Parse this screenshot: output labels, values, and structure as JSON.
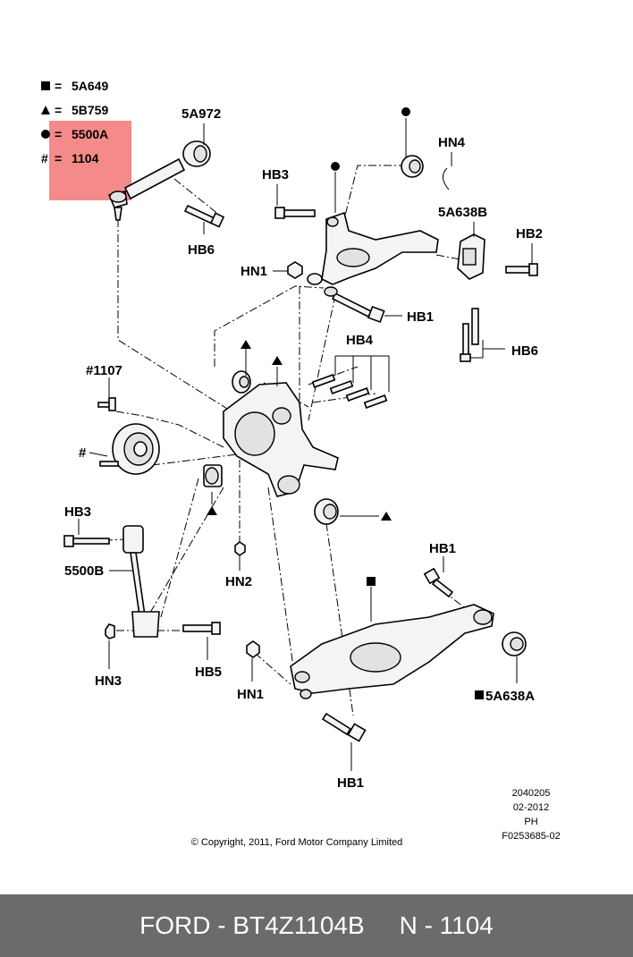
{
  "legend": [
    {
      "symbol": "square",
      "text": "5A649"
    },
    {
      "symbol": "triangle",
      "text": "5B759"
    },
    {
      "symbol": "circle",
      "text": "5500A"
    },
    {
      "symbol": "hash",
      "text": "1104"
    }
  ],
  "highlight_color": "#f48a8a",
  "labels": {
    "l_5a972": "5A972",
    "l_hn4": "HN4",
    "l_hb3_top": "HB3",
    "l_5a638b": "5A638B",
    "l_hb2": "HB2",
    "l_hb6_top": "HB6",
    "l_hn1_top": "HN1",
    "l_hb1_mid": "HB1",
    "l_hb4": "HB4",
    "l_hb6_right": "HB6",
    "l_1107": "#1107",
    "l_hash": "#",
    "l_hb3_left": "HB3",
    "l_5500b": "5500B",
    "l_hn2": "HN2",
    "l_hb1_right": "HB1",
    "l_hn3": "HN3",
    "l_hb5": "HB5",
    "l_hn1_bot": "HN1",
    "l_5a638a": "5A638A",
    "l_hb1_bot": "HB1"
  },
  "meta": {
    "code": "2040205",
    "date": "02-2012",
    "initials": "PH",
    "ref": "F0253685-02",
    "copyright": "© Copyright, 2011, Ford Motor Company Limited"
  },
  "footer": {
    "brand": "FORD",
    "sep": " - ",
    "part": "BT4Z1104B",
    "gap": "     ",
    "ref": "N - 1104"
  }
}
